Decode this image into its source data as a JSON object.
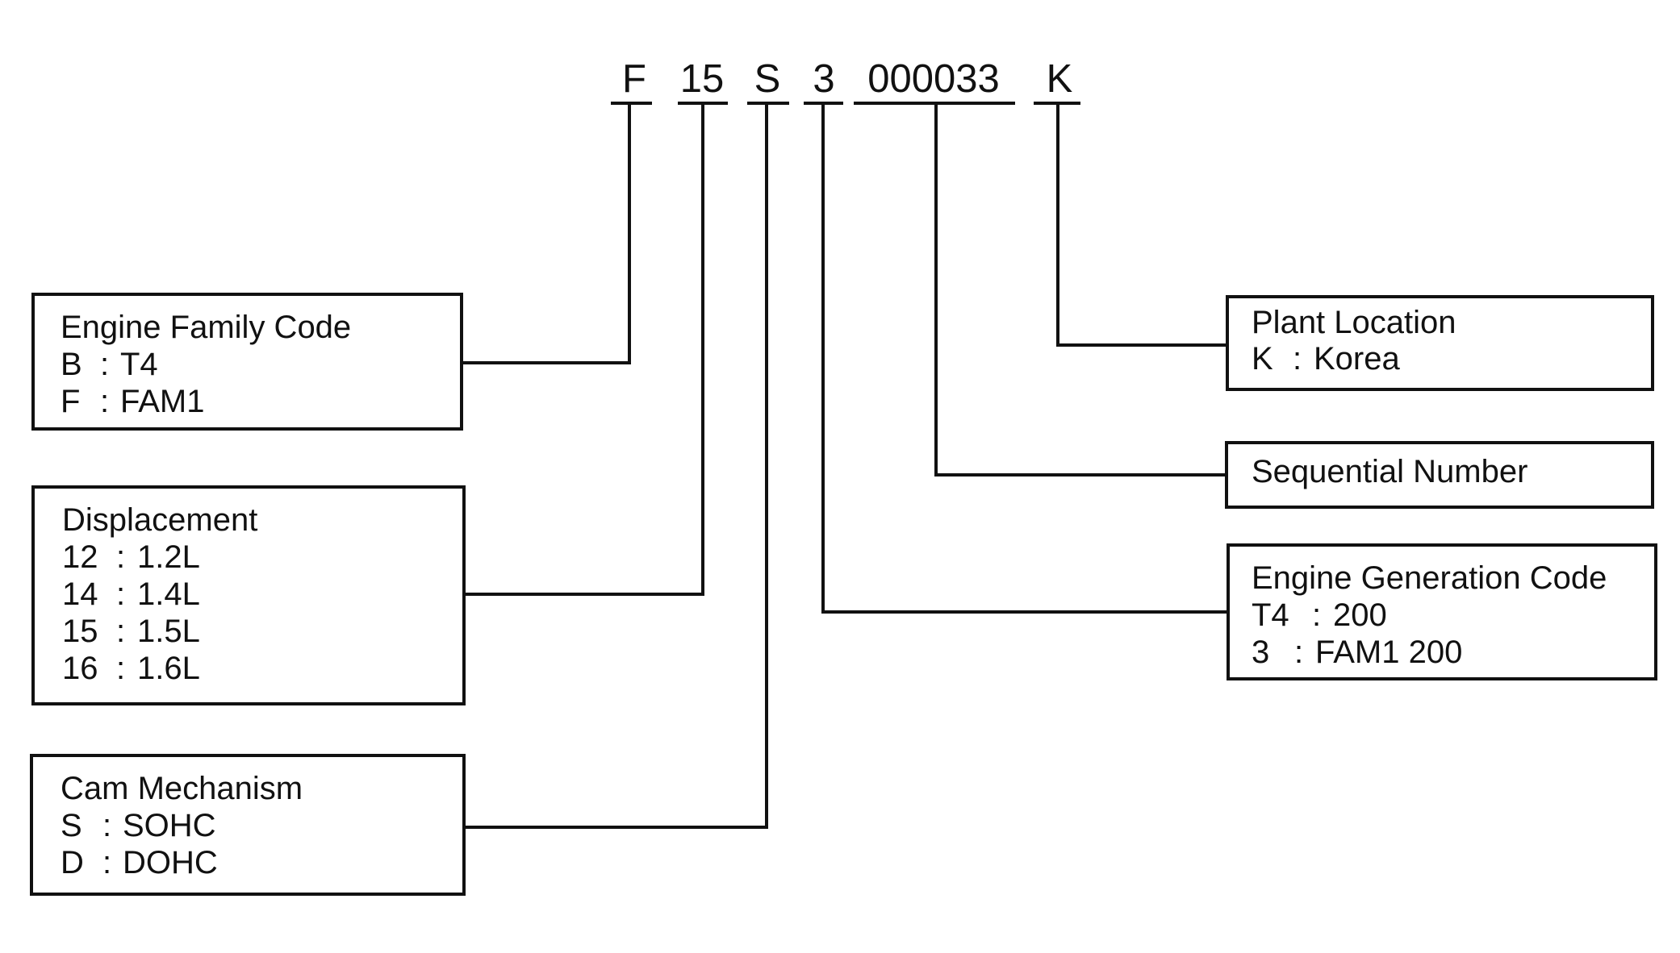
{
  "code": {
    "segments": [
      {
        "id": "family",
        "text": "F"
      },
      {
        "id": "displacement",
        "text": "15"
      },
      {
        "id": "cam",
        "text": "S"
      },
      {
        "id": "generation",
        "text": "3"
      },
      {
        "id": "sequential",
        "text": "000033"
      },
      {
        "id": "plant",
        "text": "K"
      }
    ]
  },
  "boxes": {
    "family": {
      "title": "Engine Family Code",
      "rows": [
        {
          "key": "B",
          "sep": ":",
          "value": "T4"
        },
        {
          "key": "F",
          "sep": ":",
          "value": "FAM1"
        }
      ]
    },
    "displacement": {
      "title": "Displacement",
      "rows": [
        {
          "key": "12",
          "sep": ":",
          "value": "1.2L"
        },
        {
          "key": "14",
          "sep": ":",
          "value": "1.4L"
        },
        {
          "key": "15",
          "sep": ":",
          "value": "1.5L"
        },
        {
          "key": "16",
          "sep": ":",
          "value": "1.6L"
        }
      ]
    },
    "cam": {
      "title": "Cam Mechanism",
      "rows": [
        {
          "key": "S",
          "sep": ":",
          "value": "SOHC"
        },
        {
          "key": "D",
          "sep": ":",
          "value": "DOHC"
        }
      ]
    },
    "plant": {
      "title": "Plant Location",
      "rows": [
        {
          "key": "K",
          "sep": ":",
          "value": "Korea"
        }
      ]
    },
    "sequential": {
      "title": "Sequential Number",
      "rows": []
    },
    "generation": {
      "title": "Engine Generation Code",
      "rows": [
        {
          "key": "T4",
          "sep": ":",
          "value": "200"
        },
        {
          "key": "3",
          "sep": ":",
          "value": "FAM1 200"
        }
      ]
    }
  }
}
